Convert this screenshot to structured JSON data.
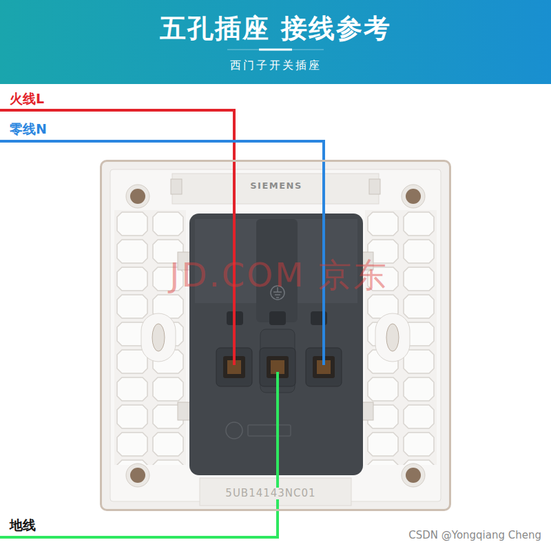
{
  "diagram": {
    "title": "五孔插座 接线参考",
    "nodes": [
      {
        "text": [
          "SIEMENS",
          "5UB14143NC01"
        ]
      }
    ],
    "labels": [
      "西门子开关插座",
      "火线L",
      "零线N",
      "JD.COM 京东",
      "地线",
      "CSDN @Yongqiang Cheng"
    ]
  }
}
